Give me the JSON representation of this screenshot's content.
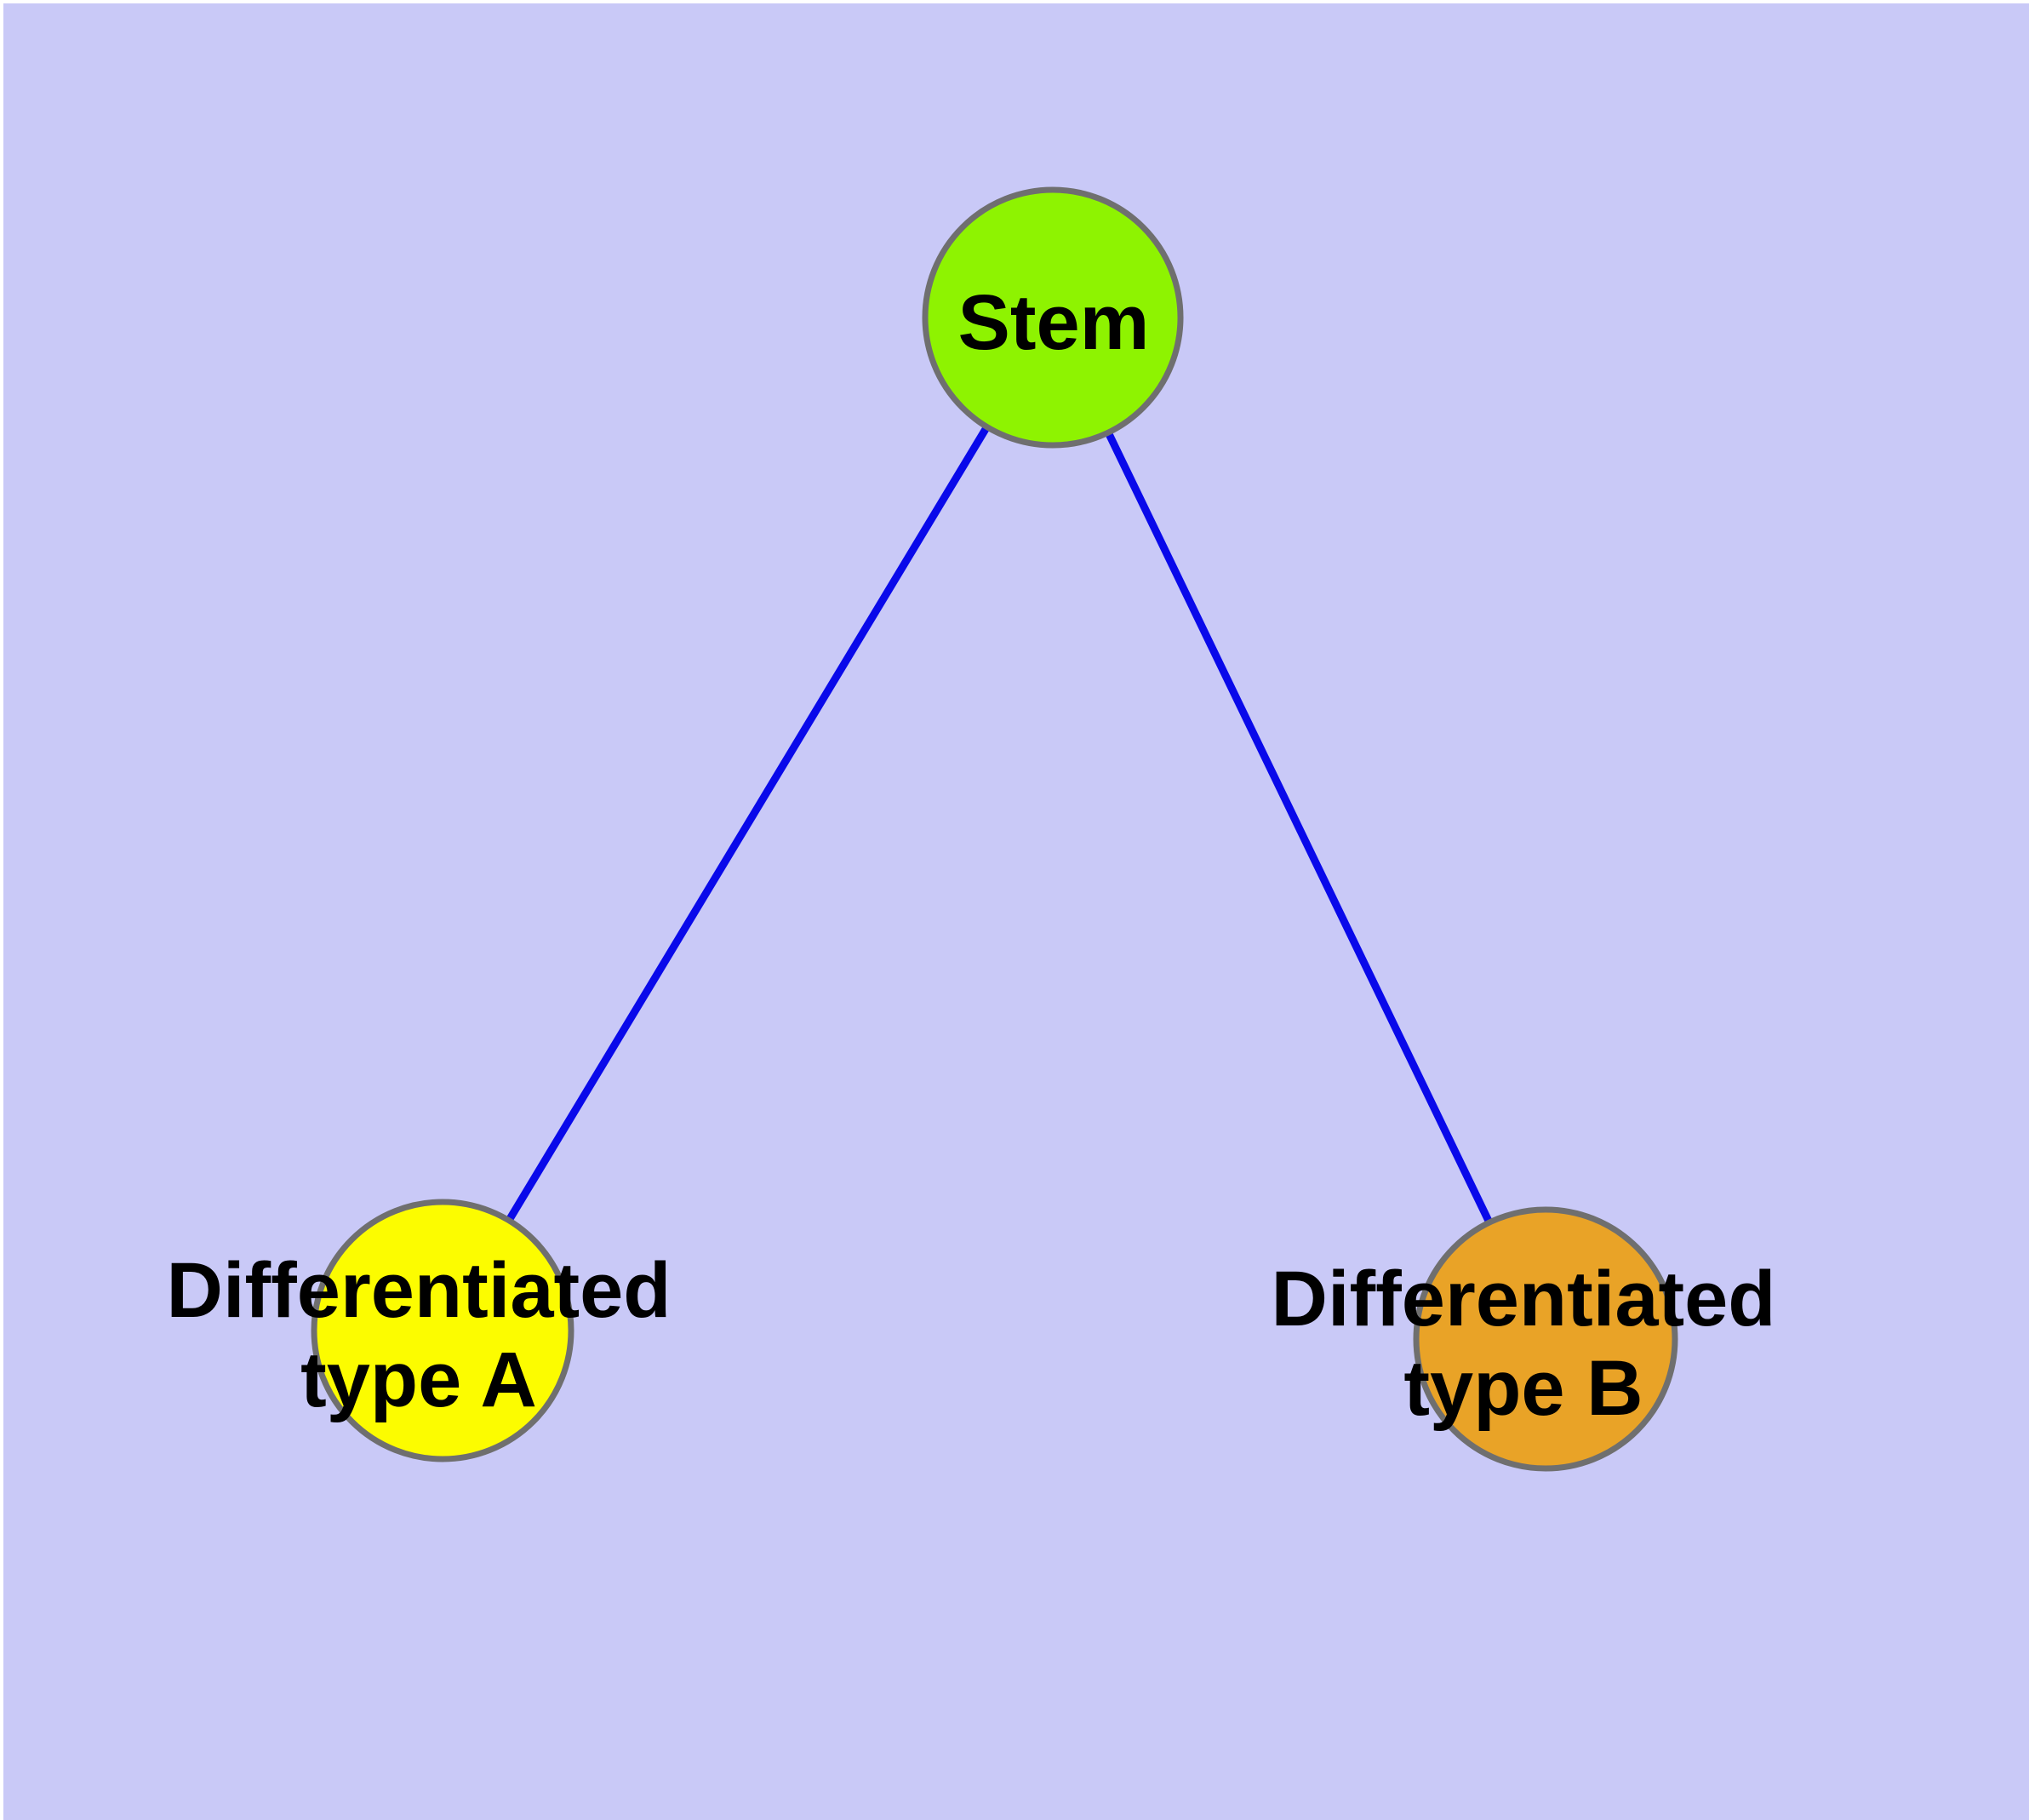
{
  "diagram": {
    "type": "node-link-graph",
    "colors": {
      "page_background": "#ffffff",
      "background": "#c9c9f7",
      "edge": "#0909ea",
      "node_border": "#6f6f6f",
      "label": "#000000"
    },
    "nodes": [
      {
        "id": "stem",
        "label": "Stem",
        "label_lines": [
          "Stem"
        ],
        "fill": "#8ef301"
      },
      {
        "id": "differentiated-type-a",
        "label": "Differentiated type A",
        "label_lines": [
          "Differentiated",
          "type A"
        ],
        "fill": "#fcfc00"
      },
      {
        "id": "differentiated-type-b",
        "label": "Differentiated type B",
        "label_lines": [
          "Differentiated",
          "type B"
        ],
        "fill": "#e9a327"
      }
    ],
    "edges": [
      {
        "from": "Stem",
        "to": "Differentiated type A"
      },
      {
        "from": "Stem",
        "to": "Differentiated type B"
      }
    ]
  }
}
